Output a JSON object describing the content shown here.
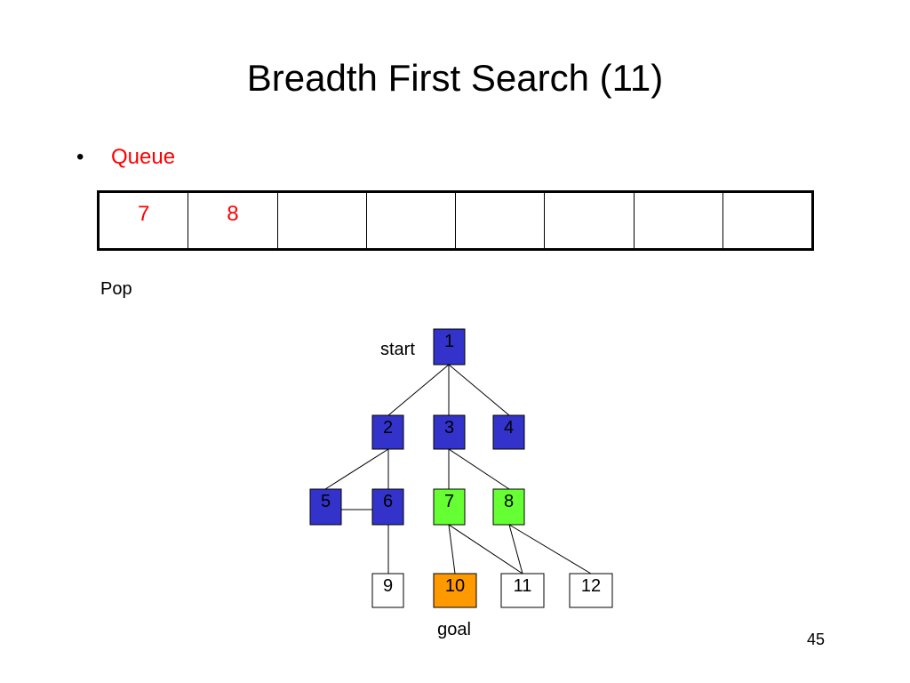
{
  "slide": {
    "title": "Breadth First Search (11)",
    "bullet_marker": "•",
    "bullet_text": "Queue",
    "pop_label": "Pop",
    "page_number": "45"
  },
  "queue": {
    "cells": [
      "7",
      "8",
      "",
      "",
      "",
      "",
      "",
      ""
    ]
  },
  "colors": {
    "visited": "#3333cc",
    "frontier": "#66ff33",
    "goal": "#ff9900",
    "unvisited": "#ffffff",
    "queue_text": "#ff0000",
    "bullet_text": "#ff0000"
  },
  "tree": {
    "start_label": "start",
    "goal_label": "goal",
    "nodes": [
      {
        "id": "1",
        "state": "visited"
      },
      {
        "id": "2",
        "state": "visited"
      },
      {
        "id": "3",
        "state": "visited"
      },
      {
        "id": "4",
        "state": "visited"
      },
      {
        "id": "5",
        "state": "visited"
      },
      {
        "id": "6",
        "state": "visited"
      },
      {
        "id": "7",
        "state": "frontier"
      },
      {
        "id": "8",
        "state": "frontier"
      },
      {
        "id": "9",
        "state": "unvisited"
      },
      {
        "id": "10",
        "state": "goal"
      },
      {
        "id": "11",
        "state": "unvisited"
      },
      {
        "id": "12",
        "state": "unvisited"
      }
    ],
    "edges": [
      [
        "1",
        "2"
      ],
      [
        "1",
        "3"
      ],
      [
        "1",
        "4"
      ],
      [
        "2",
        "5"
      ],
      [
        "2",
        "6"
      ],
      [
        "5",
        "6"
      ],
      [
        "3",
        "7"
      ],
      [
        "3",
        "8"
      ],
      [
        "6",
        "9"
      ],
      [
        "7",
        "10"
      ],
      [
        "7",
        "11"
      ],
      [
        "8",
        "11"
      ],
      [
        "8",
        "12"
      ]
    ]
  }
}
